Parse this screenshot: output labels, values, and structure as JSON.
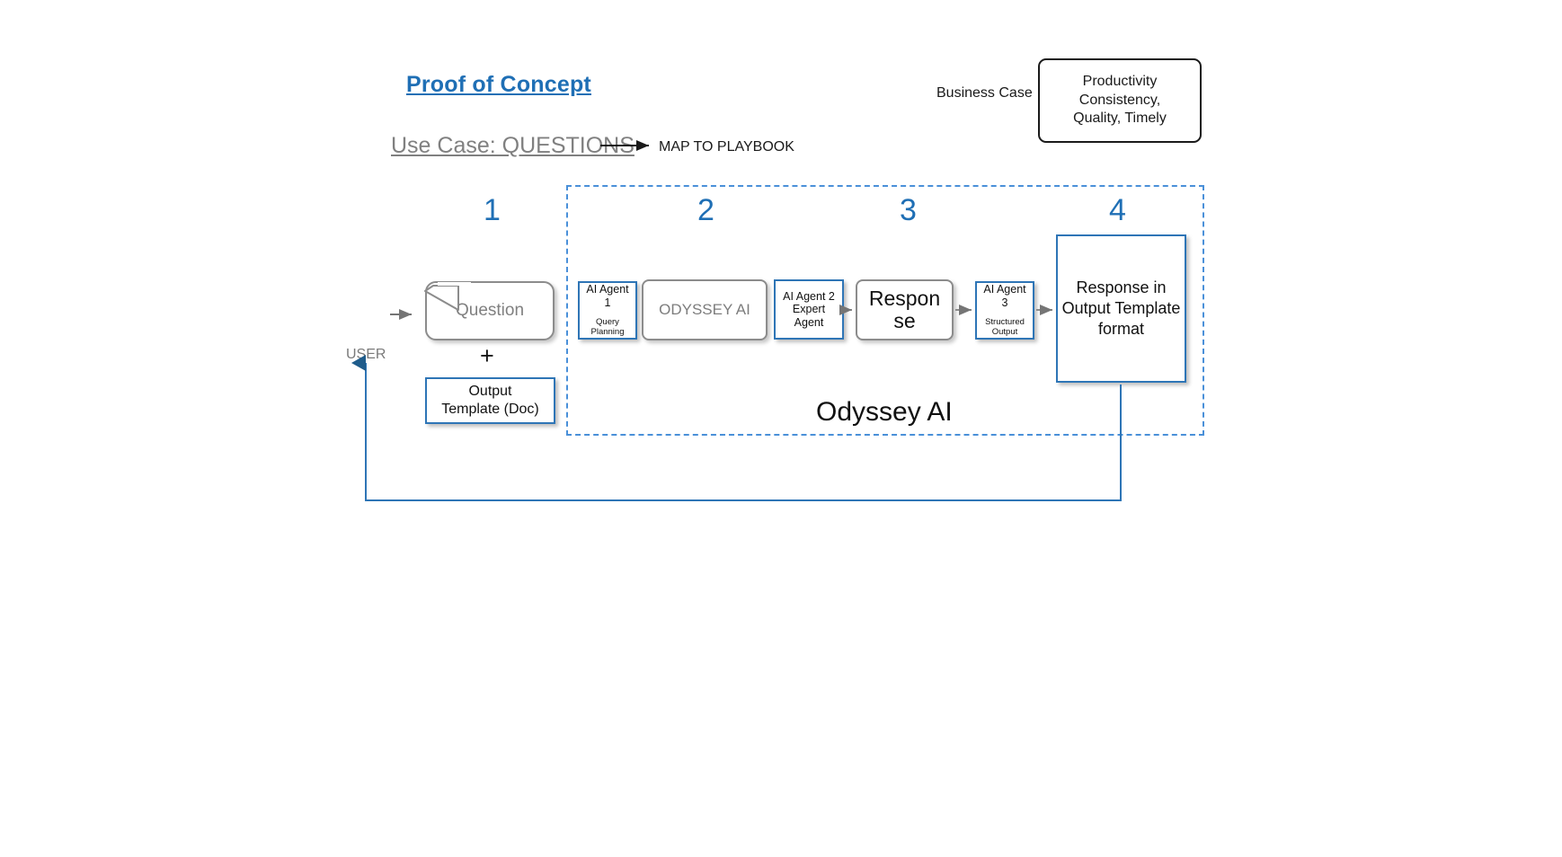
{
  "header": {
    "poc_title": "Proof of Concept ",
    "use_case_title": "Use Case: QUESTIONS",
    "map_to_playbook": "MAP TO PLAYBOOK",
    "business_case_label": "Business Case",
    "business_case_text": "Productivity\nConsistency,\nQuality, Timely"
  },
  "steps": {
    "one": "1",
    "two": "2",
    "three": "3",
    "four": "4"
  },
  "flow": {
    "user_label": "USER",
    "question_label": "Question",
    "plus_sign": "+",
    "output_template_label": "Output\nTemplate (Doc)",
    "agent1": {
      "main": "AI Agent\n1",
      "sub": "Query\nPlanning"
    },
    "odyssey_ai_box_label": "ODYSSEY AI",
    "agent2": {
      "main": "AI  Agent 2\nExpert\nAgent",
      "sub": ""
    },
    "response_label": "Response",
    "agent3": {
      "main": "AI Agent\n3",
      "sub": "Structured\nOutput"
    },
    "final_response_label": "Response in\nOutput Template\nformat",
    "container_caption": "Odyssey AI"
  },
  "colors": {
    "accent_blue": "#1F6FB5",
    "box_blue": "#2E75B6",
    "dashed_blue": "#4A90D9",
    "grey_text": "#808080",
    "black": "#111111"
  }
}
